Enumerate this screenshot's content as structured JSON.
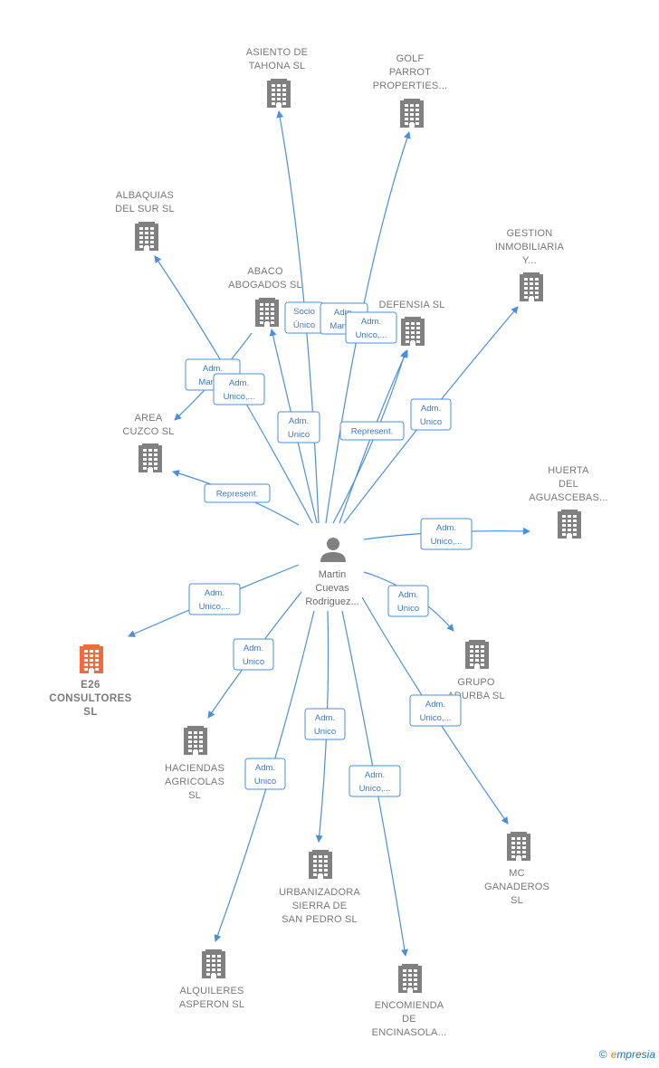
{
  "colors": {
    "edge": "#4a8fde",
    "building": "#808080",
    "highlight": "#f26a3e",
    "label": "#777777"
  },
  "center": {
    "name": [
      "Martin",
      "Cuevas",
      "Rodriguez..."
    ],
    "icon": "person-icon"
  },
  "nodes": [
    {
      "id": "asiento",
      "label": [
        "ASIENTO DE",
        "TAHONA  SL"
      ],
      "highlight": false
    },
    {
      "id": "golf",
      "label": [
        "GOLF",
        "PARROT",
        "PROPERTIES..."
      ],
      "highlight": false
    },
    {
      "id": "albaquias",
      "label": [
        "ALBAQUIAS",
        "DEL SUR  SL"
      ],
      "highlight": false
    },
    {
      "id": "gestion",
      "label": [
        "GESTION",
        "INMOBILIARIA",
        "Y..."
      ],
      "highlight": false
    },
    {
      "id": "abaco",
      "label": [
        "ABACO",
        "ABOGADOS SL"
      ],
      "highlight": false
    },
    {
      "id": "defensia",
      "label": [
        "DEFENSIA SL"
      ],
      "highlight": false
    },
    {
      "id": "area",
      "label": [
        "AREA",
        "CUZCO SL"
      ],
      "highlight": false
    },
    {
      "id": "huerta",
      "label": [
        "HUERTA",
        "DEL",
        "AGUASCEBAS..."
      ],
      "highlight": false
    },
    {
      "id": "e26",
      "label": [
        "E26",
        "CONSULTORES",
        "SL"
      ],
      "highlight": true
    },
    {
      "id": "grupo",
      "label": [
        "GRUPO",
        "ADURBA SL"
      ],
      "highlight": false
    },
    {
      "id": "haciendas",
      "label": [
        "HACIENDAS",
        "AGRICOLAS",
        "SL"
      ],
      "highlight": false
    },
    {
      "id": "mc",
      "label": [
        "MC",
        "GANADEROS",
        "SL"
      ],
      "highlight": false
    },
    {
      "id": "urbanizadora",
      "label": [
        "URBANIZADORA",
        "SIERRA DE",
        "SAN PEDRO SL"
      ],
      "highlight": false
    },
    {
      "id": "alquileres",
      "label": [
        "ALQUILERES",
        "ASPERON  SL"
      ],
      "highlight": false
    },
    {
      "id": "encomienda",
      "label": [
        "ENCOMIENDA",
        "DE",
        "ENCINASOLA..."
      ],
      "highlight": false
    }
  ],
  "relations": [
    {
      "to": "asiento",
      "label": [
        "Socio",
        "Único"
      ]
    },
    {
      "to": "golf",
      "label": [
        "Adm.",
        "Manc..."
      ]
    },
    {
      "to": "defensia",
      "label": [
        "Adm.",
        "Unico,..."
      ]
    },
    {
      "to": "albaquias",
      "label": [
        "Adm.",
        "Manc..."
      ]
    },
    {
      "to": "area",
      "label": [
        "Adm.",
        "Unico,..."
      ]
    },
    {
      "to": "abaco",
      "label": [
        "Adm.",
        "Unico"
      ]
    },
    {
      "to": "defensia",
      "label": [
        "Represent."
      ]
    },
    {
      "to": "gestion",
      "label": [
        "Adm.",
        "Unico"
      ]
    },
    {
      "to": "area",
      "label": [
        "Represent."
      ]
    },
    {
      "to": "huerta",
      "label": [
        "Adm.",
        "Unico,..."
      ]
    },
    {
      "to": "e26",
      "label": [
        "Adm.",
        "Unico,..."
      ]
    },
    {
      "to": "grupo",
      "label": [
        "Adm.",
        "Unico"
      ]
    },
    {
      "to": "haciendas",
      "label": [
        "Adm.",
        "Unico"
      ]
    },
    {
      "to": "mc",
      "label": [
        "Adm.",
        "Unico,..."
      ]
    },
    {
      "to": "urbanizadora",
      "label": [
        "Adm.",
        "Unico"
      ]
    },
    {
      "to": "alquileres",
      "label": [
        "Adm.",
        "Unico"
      ]
    },
    {
      "to": "encomienda",
      "label": [
        "Adm.",
        "Unico,..."
      ]
    }
  ],
  "brand": {
    "copyright": "©",
    "first": "e",
    "rest": "mpresia"
  }
}
